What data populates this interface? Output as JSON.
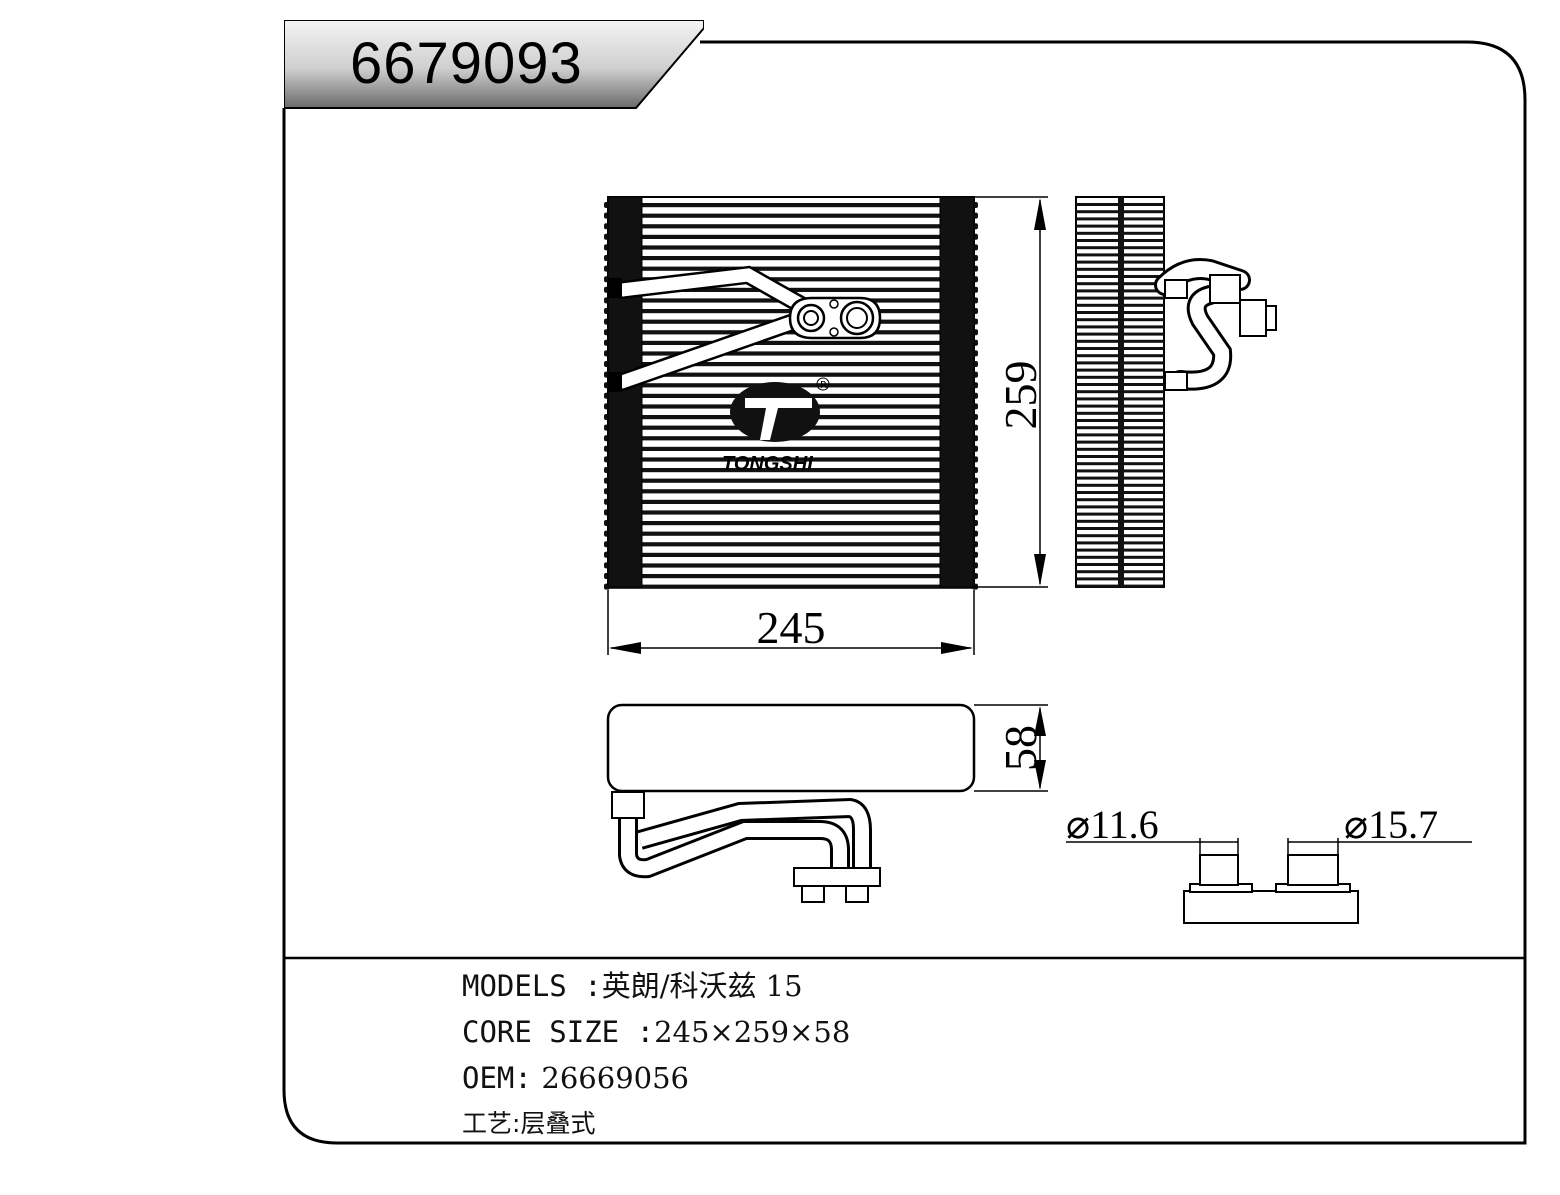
{
  "part_number": "6679093",
  "dimensions": {
    "width": "245",
    "height": "259",
    "depth": "58",
    "port_small": "⌀11.6",
    "port_large": "⌀15.7"
  },
  "logo": {
    "brand_text": "TONGSHI",
    "registered_mark": "R"
  },
  "info": {
    "models_label": "MODELS :",
    "models_value": "英朗/科沃兹  15",
    "core_size_label": "CORE SIZE :",
    "core_size_value": "245×259×58",
    "oem_label": "OEM:",
    "oem_value": "26669056",
    "process_label": "工艺:",
    "process_value": "层叠式"
  },
  "colors": {
    "ink": "#000000",
    "tab_gradient_dark": "#6e6e6e",
    "tab_gradient_light": "#f2f2f2"
  }
}
